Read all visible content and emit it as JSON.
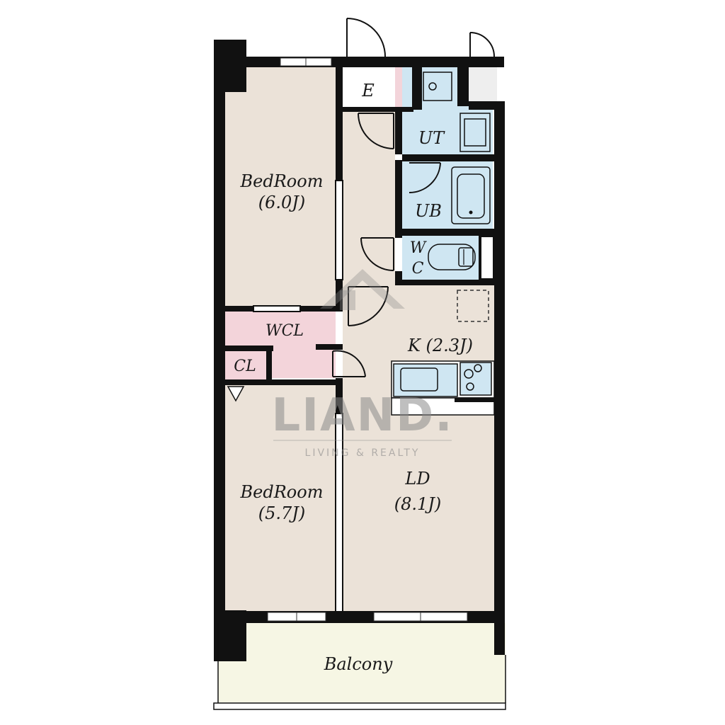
{
  "rooms": {
    "bedroom_upper": {
      "name": "BedRoom",
      "size": "(6.0J)"
    },
    "bedroom_lower": {
      "name": "BedRoom",
      "size": "(5.7J)"
    },
    "living_dining": {
      "name": "LD",
      "size": "(8.1J)"
    },
    "kitchen": {
      "label": "K (2.3J)"
    },
    "entrance": {
      "label": "E"
    },
    "utility": {
      "label": "UT"
    },
    "bath": {
      "label": "UB"
    },
    "toilet": {
      "label_line1": "W",
      "label_line2": "C"
    },
    "walk_in_closet": {
      "label": "WCL"
    },
    "closet": {
      "label": "CL"
    },
    "balcony": {
      "label": "Balcony"
    }
  },
  "watermark": {
    "brand": "LIAND.",
    "tagline": "LIVING & REALTY"
  },
  "colors": {
    "room_fill": "#ebe2d8",
    "wet_area": "#cfe6f2",
    "closet": "#f3d4da",
    "balcony": "#f6f6e4",
    "wall": "#111111"
  }
}
